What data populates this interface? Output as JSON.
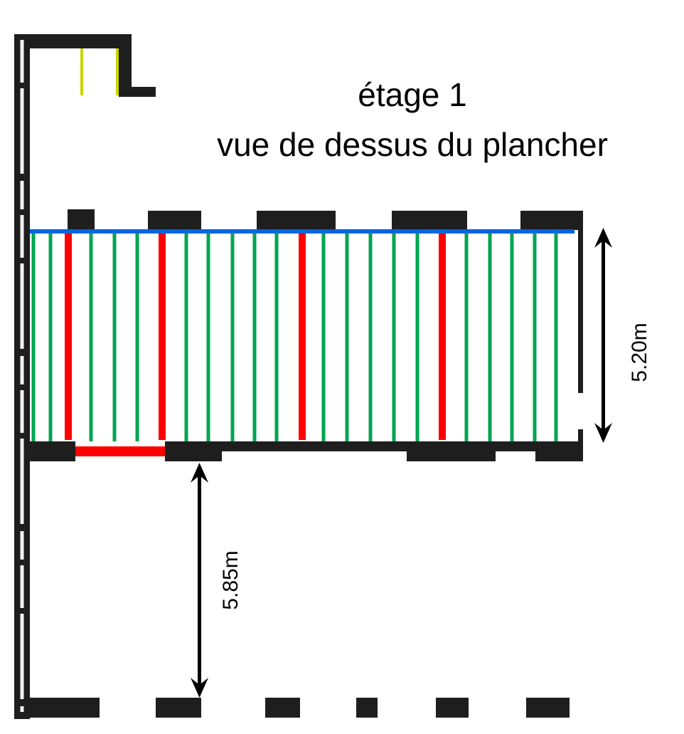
{
  "title": {
    "line1": "étage 1",
    "line2": "vue de dessus du plancher"
  },
  "dimensions": {
    "floor_depth": "5.20m",
    "lower_room_depth": "5.85m"
  },
  "colors": {
    "wall": "#1e1e1e",
    "joist": "#00a550",
    "beam": "#ff0000",
    "ledger": "#0066dd"
  },
  "structure": {
    "joist_count": 20,
    "beam_count": 4
  }
}
